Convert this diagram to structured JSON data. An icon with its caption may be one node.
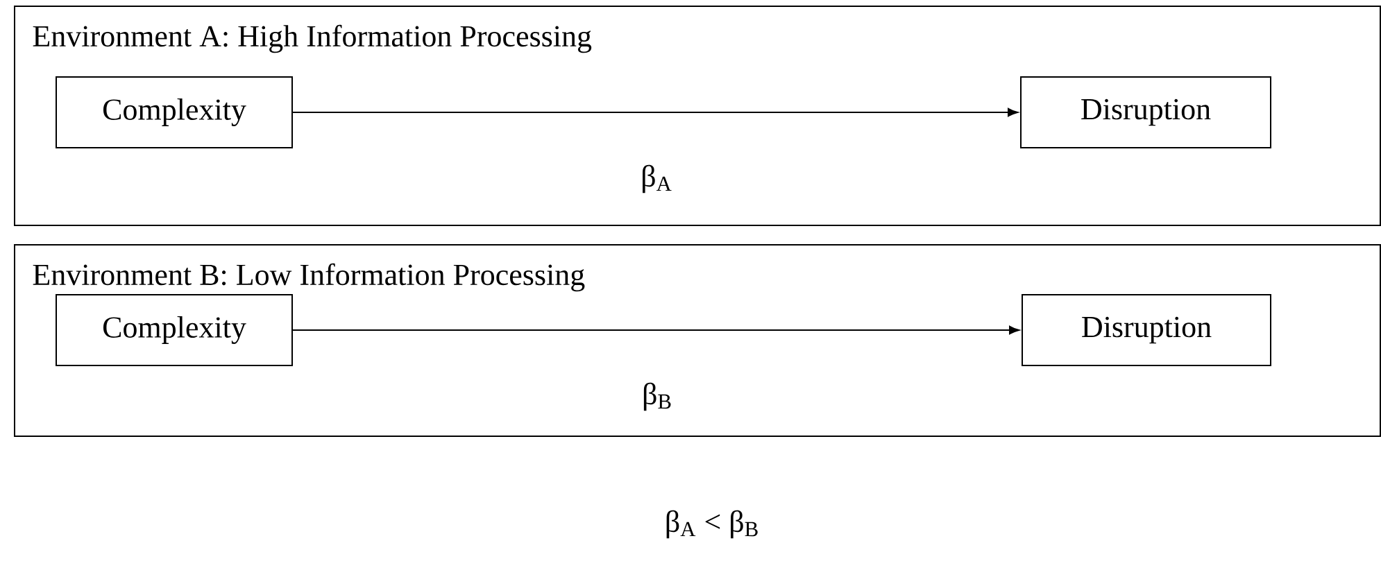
{
  "diagram": {
    "nodes": [
      {
        "text": [
          "Environment A: High Information Processing"
        ]
      },
      {
        "text": [
          "Complexity"
        ],
        "in": 0
      },
      {
        "text": [
          "Disruption"
        ],
        "in": 0
      },
      {
        "text": [
          "Environment B: Low Information Processing"
        ]
      },
      {
        "text": [
          "Complexity"
        ],
        "in": 3
      },
      {
        "text": [
          "Disruption"
        ],
        "in": 3
      }
    ],
    "edges": [
      {
        "from": 1,
        "to": 2,
        "arrow": "to",
        "label": "β$_{A}$"
      },
      {
        "from": 4,
        "to": 5,
        "arrow": "to",
        "label": "β$_{B}$"
      }
    ],
    "labels": [
      "β$_{A}$ < β$_{B}$"
    ]
  }
}
